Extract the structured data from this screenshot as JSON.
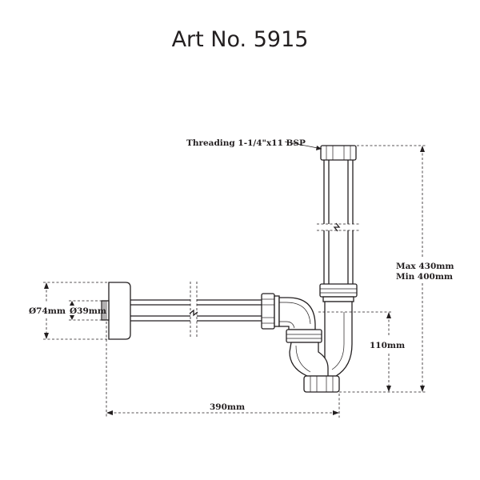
{
  "title": "Art No. 5915",
  "labels": {
    "threading": "Threading 1-1/4\"x11 BSP",
    "max_height": "Max 430mm",
    "min_height": "Min 400mm",
    "height_110": "110mm",
    "outer_diameter": "Ø74mm",
    "inner_diameter": "Ø39mm",
    "length": "390mm"
  },
  "colors": {
    "line": "#231f20",
    "background": "#ffffff"
  }
}
